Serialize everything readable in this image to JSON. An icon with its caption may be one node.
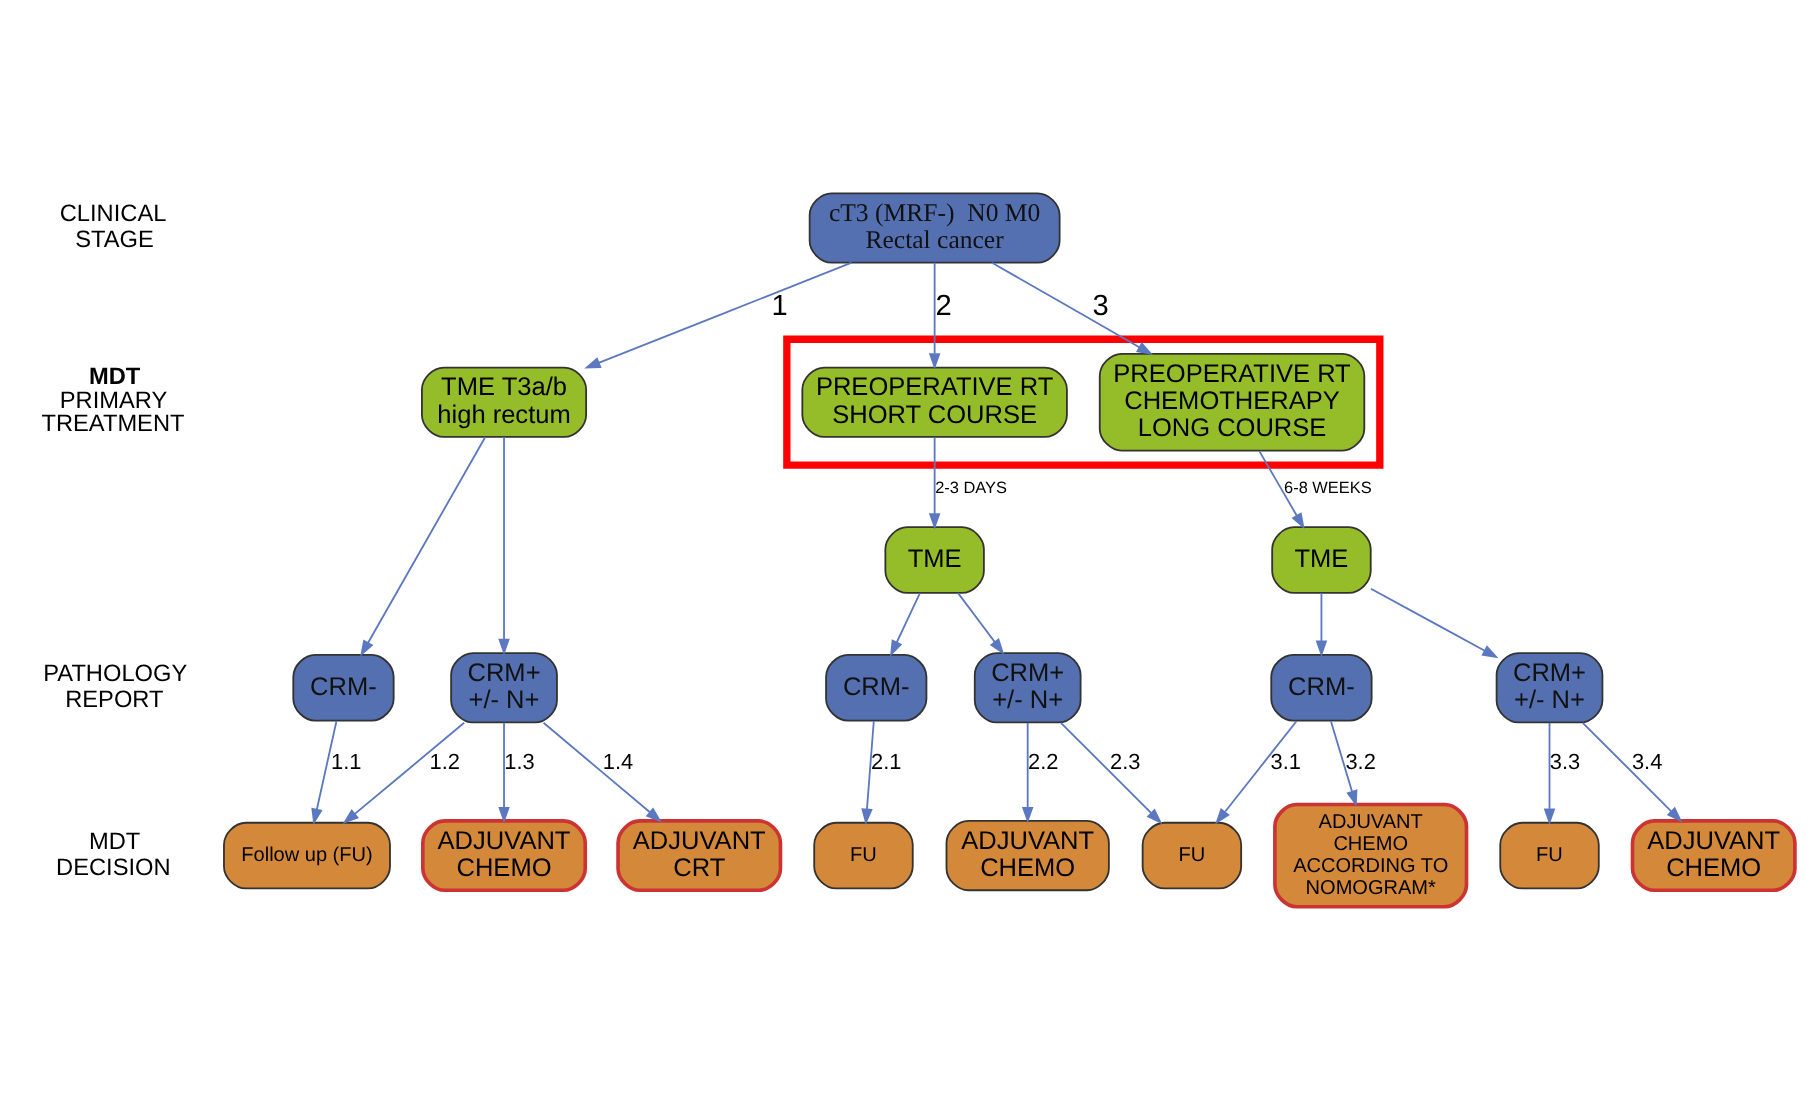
{
  "diagram": {
    "nodes": [
      {
        "text": [
          "cT3 (MRF-)  N0 M0 Rectal cancer"
        ]
      },
      {
        "text": [
          "TME T3a/b high rectum"
        ]
      },
      {
        "text": [],
        "shape": "box"
      },
      {
        "text": [
          "PREOPERATIVE RT SHORT COURSE"
        ],
        "in": 2
      },
      {
        "text": [
          "PREOPERATIVE RT CHEMOTHERAPY LONG COURSE"
        ],
        "in": 2
      },
      {
        "text": [
          "TME"
        ]
      },
      {
        "text": [
          "TME"
        ]
      },
      {
        "text": [
          "CRM-"
        ]
      },
      {
        "text": [
          "CRM+ +/- N+"
        ]
      },
      {
        "text": [
          "CRM-"
        ]
      },
      {
        "text": [
          "CRM+ +/- N+"
        ]
      },
      {
        "text": [
          "CRM-"
        ]
      },
      {
        "text": [
          "CRM+ +/- N+"
        ]
      },
      {
        "text": [
          "Follow up (FU)"
        ]
      },
      {
        "text": [
          "ADJUVANT CHEMO"
        ]
      },
      {
        "text": [
          "ADJUVANT CRT"
        ]
      },
      {
        "text": [
          "FU"
        ]
      },
      {
        "text": [
          "ADJUVANT CHEMO"
        ]
      },
      {
        "text": [
          "FU"
        ]
      },
      {
        "text": [
          "ADJUVANT CHEMO ACCORDING TO NOMOGRAM*"
        ]
      },
      {
        "text": [
          "FU"
        ]
      },
      {
        "text": [
          "ADJUVANT CHEMO"
        ]
      }
    ],
    "edges": [
      {
        "from": 0,
        "to": 1,
        "arrow": "to",
        "label": "1"
      },
      {
        "from": 0,
        "to": 3,
        "arrow": "to",
        "label": "2"
      },
      {
        "from": 0,
        "to": 4,
        "arrow": "to",
        "label": "3"
      },
      {
        "from": 3,
        "to": 5,
        "arrow": "to",
        "label": "2-3 DAYS"
      },
      {
        "from": 4,
        "to": 6,
        "arrow": "to",
        "label": "6-8 WEEKS"
      },
      {
        "from": 1,
        "to": 7,
        "arrow": "to"
      },
      {
        "from": 1,
        "to": 8,
        "arrow": "to"
      },
      {
        "from": 5,
        "to": 9,
        "arrow": "to"
      },
      {
        "from": 5,
        "to": 10,
        "arrow": "to"
      },
      {
        "from": 6,
        "to": 11,
        "arrow": "to"
      },
      {
        "from": 6,
        "to": 12,
        "arrow": "to"
      },
      {
        "from": 7,
        "to": 13,
        "arrow": "to",
        "label": "1.1"
      },
      {
        "from": 8,
        "to": 13,
        "arrow": "to",
        "label": "1.2"
      },
      {
        "from": 8,
        "to": 14,
        "arrow": "to",
        "label": "1.3"
      },
      {
        "from": 8,
        "to": 15,
        "arrow": "to",
        "label": "1.4"
      },
      {
        "from": 9,
        "to": 16,
        "arrow": "to",
        "label": "2.1"
      },
      {
        "from": 10,
        "to": 17,
        "arrow": "to",
        "label": "2.2"
      },
      {
        "from": 10,
        "to": 18,
        "arrow": "to",
        "label": "2.3"
      },
      {
        "from": 11,
        "to": 18,
        "arrow": "to",
        "label": "3.1"
      },
      {
        "from": 11,
        "to": 19,
        "arrow": "to",
        "label": "3.2"
      },
      {
        "from": 12,
        "to": 20,
        "arrow": "to",
        "label": "3.3"
      },
      {
        "from": 12,
        "to": 21,
        "arrow": "to",
        "label": "3.4"
      }
    ],
    "labels": [
      "CLINICAL STAGE",
      "**MDT** PRIMARY TREATMENT",
      "PATHOLOGY REPORT",
      "MDT DECISION"
    ]
  }
}
